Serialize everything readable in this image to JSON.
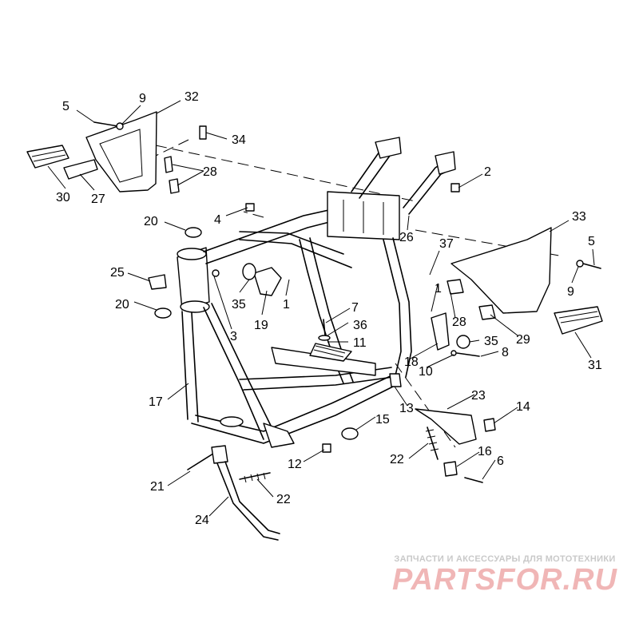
{
  "callouts": [
    "5",
    "9",
    "32",
    "34",
    "28",
    "30",
    "27",
    "2",
    "4",
    "20",
    "33",
    "5",
    "37",
    "26",
    "25",
    "35",
    "19",
    "1",
    "1",
    "9",
    "20",
    "3",
    "7",
    "36",
    "11",
    "28",
    "35",
    "29",
    "31",
    "18",
    "10",
    "8",
    "17",
    "23",
    "13",
    "14",
    "15",
    "22",
    "12",
    "16",
    "6",
    "21",
    "22",
    "24"
  ],
  "watermark": {
    "tagline": "ЗАПЧАСТИ И АКСЕССУАРЫ ДЛЯ МОТОТЕХНИКИ",
    "logo": "PARTSFOR.RU"
  },
  "colors": {
    "line": "#000000",
    "shade": "#bfbfbf",
    "watermark_logo": "#f0b6b6",
    "watermark_text": "#c9c9c9"
  }
}
